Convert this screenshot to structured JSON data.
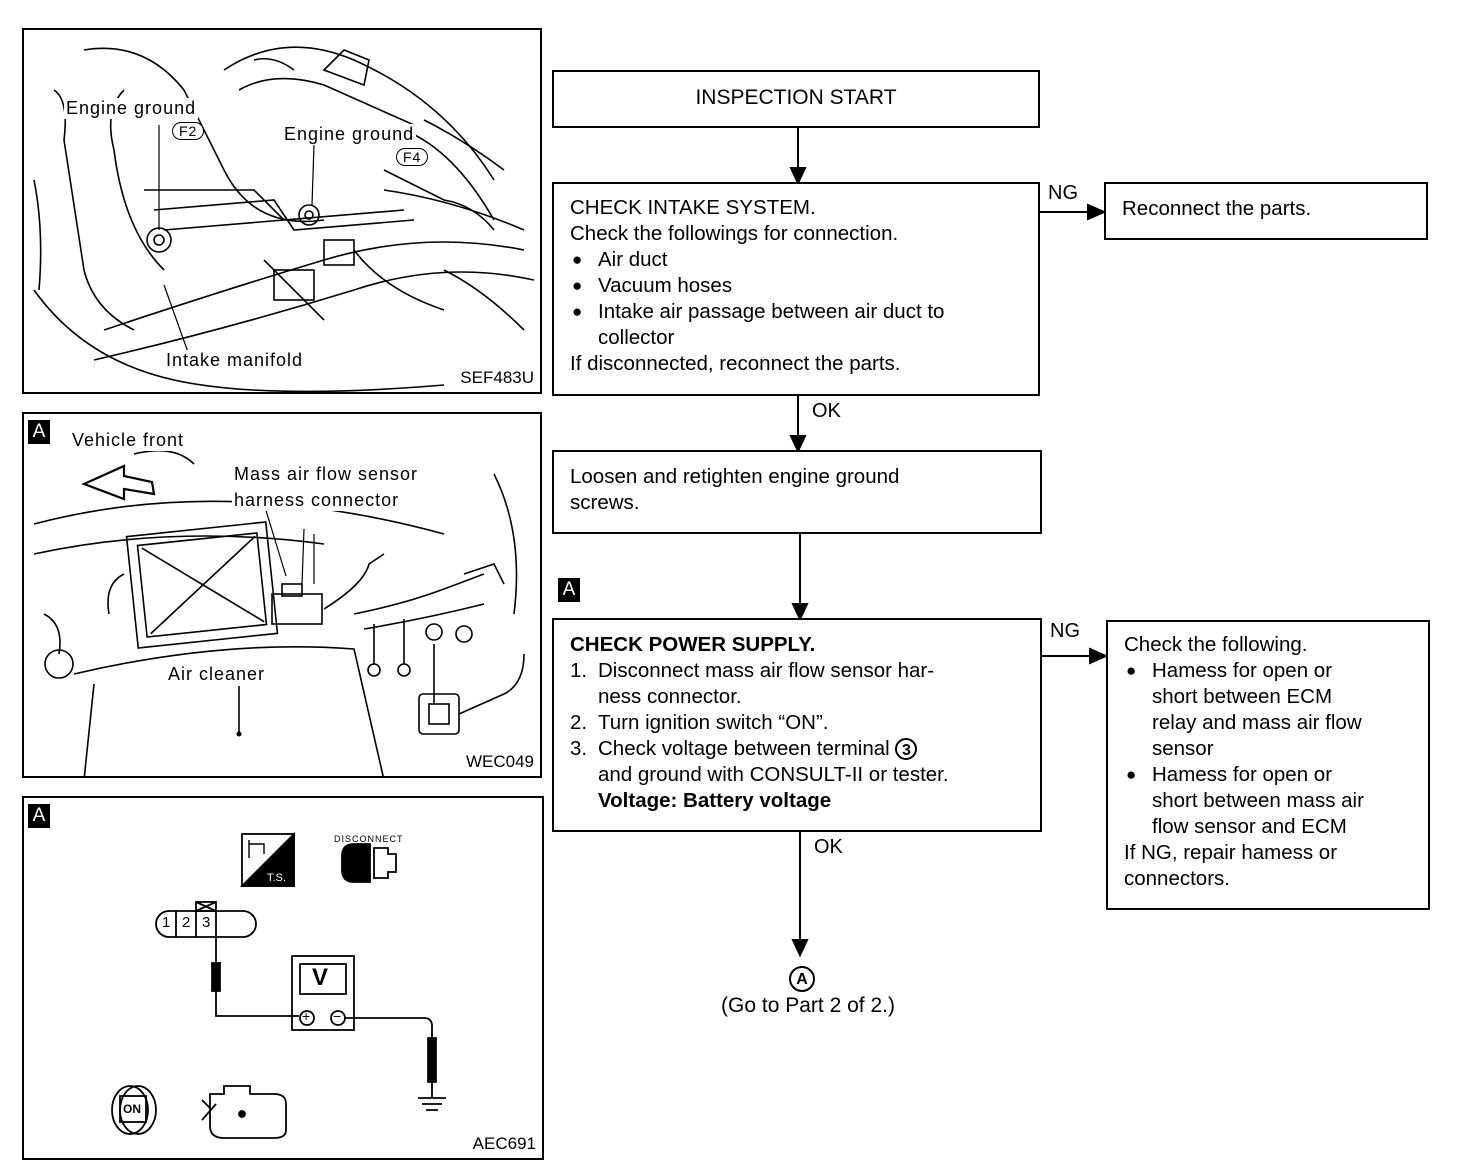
{
  "figures": {
    "fig1": {
      "code": "SEF483U",
      "labels": {
        "engine_ground_1": "Engine ground",
        "f2": "F2",
        "engine_ground_2": "Engine ground",
        "f4": "F4",
        "intake_manifold": "Intake manifold"
      }
    },
    "fig2": {
      "tag": "A",
      "code": "WEC049",
      "labels": {
        "vehicle_front": "Vehicle front",
        "maf_connector_1": "Mass air flow sensor",
        "maf_connector_2": "harness connector",
        "air_cleaner": "Air cleaner"
      }
    },
    "fig3": {
      "tag": "A",
      "code": "AEC691",
      "labels": {
        "disconnect": "DISCONNECT",
        "ts": "T.S.",
        "pin1": "1",
        "pin2": "2",
        "pin3": "3",
        "voltmeter": "V",
        "plus": "+",
        "minus": "−",
        "on": "ON"
      }
    }
  },
  "flow": {
    "start": "INSPECTION START",
    "intake": {
      "title": "CHECK INTAKE SYSTEM.",
      "line1": "Check the followings for connection.",
      "items": [
        "Air duct",
        "Vacuum hoses",
        "Intake air passage between air duct to",
        "collector"
      ],
      "footer": "If disconnected, reconnect the parts."
    },
    "ng1": "NG",
    "reconnect": "Reconnect the parts.",
    "ok1": "OK",
    "loosen": [
      "Loosen and retighten engine ground",
      "screws."
    ],
    "tag_a": "A",
    "power": {
      "title": "CHECK POWER SUPPLY.",
      "steps": [
        {
          "n": "1.",
          "lines": [
            "Disconnect mass air flow sensor har-",
            "ness connector."
          ]
        },
        {
          "n": "2.",
          "lines": [
            "Turn ignition switch “ON”."
          ]
        },
        {
          "n": "3.",
          "lines": [
            "Check voltage between terminal",
            "and ground with CONSULT-II or tester."
          ]
        }
      ],
      "terminal": "3",
      "voltage": "Voltage: Battery voltage"
    },
    "ng2": "NG",
    "check_following": {
      "title": "Check the following.",
      "items": [
        [
          "Hamess for open or",
          "short between ECM",
          "relay and mass air flow",
          "sensor"
        ],
        [
          "Hamess for open or",
          "short between mass air",
          "flow sensor and ECM"
        ]
      ],
      "footer": [
        "If NG, repair hamess or",
        "connectors."
      ]
    },
    "ok2": "OK",
    "goto_symbol": "A",
    "goto_text": "(Go to Part 2 of 2.)"
  }
}
